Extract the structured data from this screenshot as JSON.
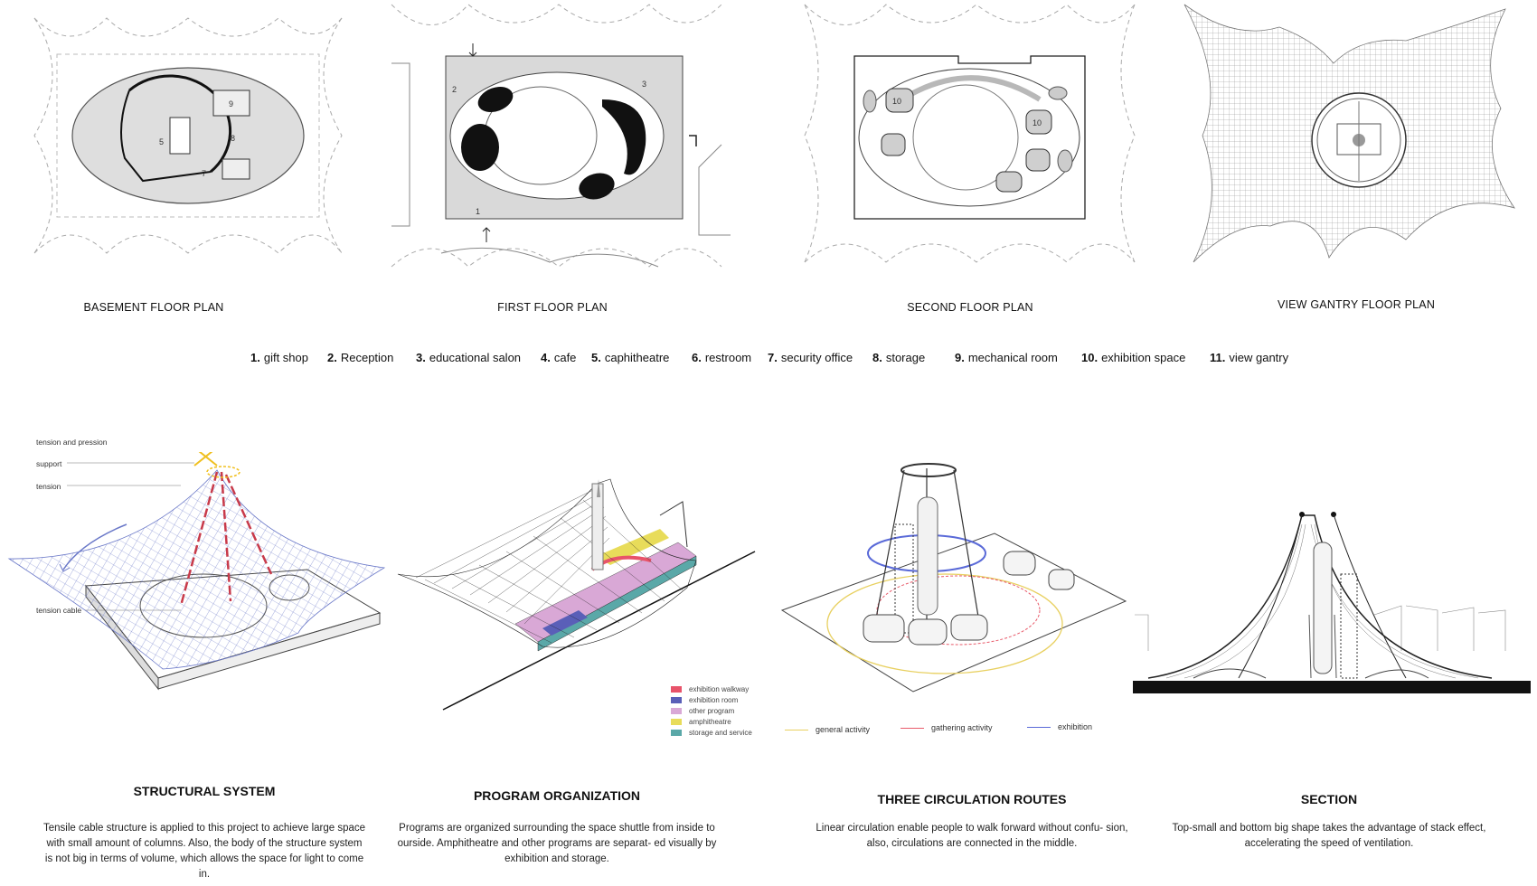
{
  "plans": [
    {
      "title": "BASEMENT FLOOR PLAN"
    },
    {
      "title": "FIRST FLOOR PLAN"
    },
    {
      "title": "SECOND FLOOR PLAN"
    },
    {
      "title": "VIEW GANTRY FLOOR PLAN"
    }
  ],
  "plan_labels": {
    "basement": [
      "5",
      "7",
      "8",
      "9"
    ],
    "first": [
      "1",
      "2",
      "3"
    ],
    "second": [
      "10",
      "10"
    ]
  },
  "room_legend": [
    {
      "num": "1.",
      "label": "gift shop"
    },
    {
      "num": "2.",
      "label": "Reception"
    },
    {
      "num": "3.",
      "label": "educational salon"
    },
    {
      "num": "4.",
      "label": "cafe"
    },
    {
      "num": "5.",
      "label": "caphitheatre"
    },
    {
      "num": "6.",
      "label": "restroom"
    },
    {
      "num": "7.",
      "label": "security office"
    },
    {
      "num": "8.",
      "label": "storage"
    },
    {
      "num": "9.",
      "label": "mechanical room"
    },
    {
      "num": "10.",
      "label": "exhibition space"
    },
    {
      "num": "11.",
      "label": "view gantry"
    }
  ],
  "structural_annotations": [
    "tension and pression",
    "support",
    "tension",
    "tension cable"
  ],
  "program_legend": [
    {
      "label": "exhibition walkway",
      "color": "#e8536a"
    },
    {
      "label": "exhibition room",
      "color": "#5a5fb8"
    },
    {
      "label": "other program",
      "color": "#d9a8d6"
    },
    {
      "label": "amphitheatre",
      "color": "#e8dc5a"
    },
    {
      "label": "storage and service",
      "color": "#5aa8a8"
    }
  ],
  "circulation_legend": [
    {
      "label": "general activity",
      "color": "#e8d060"
    },
    {
      "label": "gathering activity",
      "color": "#e85a6a"
    },
    {
      "label": "exhibition",
      "color": "#5a6ad8"
    }
  ],
  "diagrams": [
    {
      "title": "STRUCTURAL SYSTEM",
      "desc": "Tensile cable structure is applied to this project to achieve large space with small amount of columns. Also, the body of the structure system is not big in terms of volume, which allows the space for light to come in."
    },
    {
      "title": "PROGRAM ORGANIZATION",
      "desc": "Programs are organized surrounding the space shuttle from inside to ourside. Amphitheatre and other programs are separat- ed visually by exhibition and storage."
    },
    {
      "title": "THREE CIRCULATION ROUTES",
      "desc": "Linear circulation enable people to walk forward without confu- sion, also, circulations are connected in the middle."
    },
    {
      "title": "SECTION",
      "desc": "Top-small and bottom big shape takes the advantage of stack effect, accelerating the speed of ventilation."
    }
  ],
  "colors": {
    "structure_blue": "#6a78c8",
    "tension_red": "#c83a4a",
    "highlight_yellow": "#f0c020",
    "line_gray": "#9a9a9a"
  }
}
